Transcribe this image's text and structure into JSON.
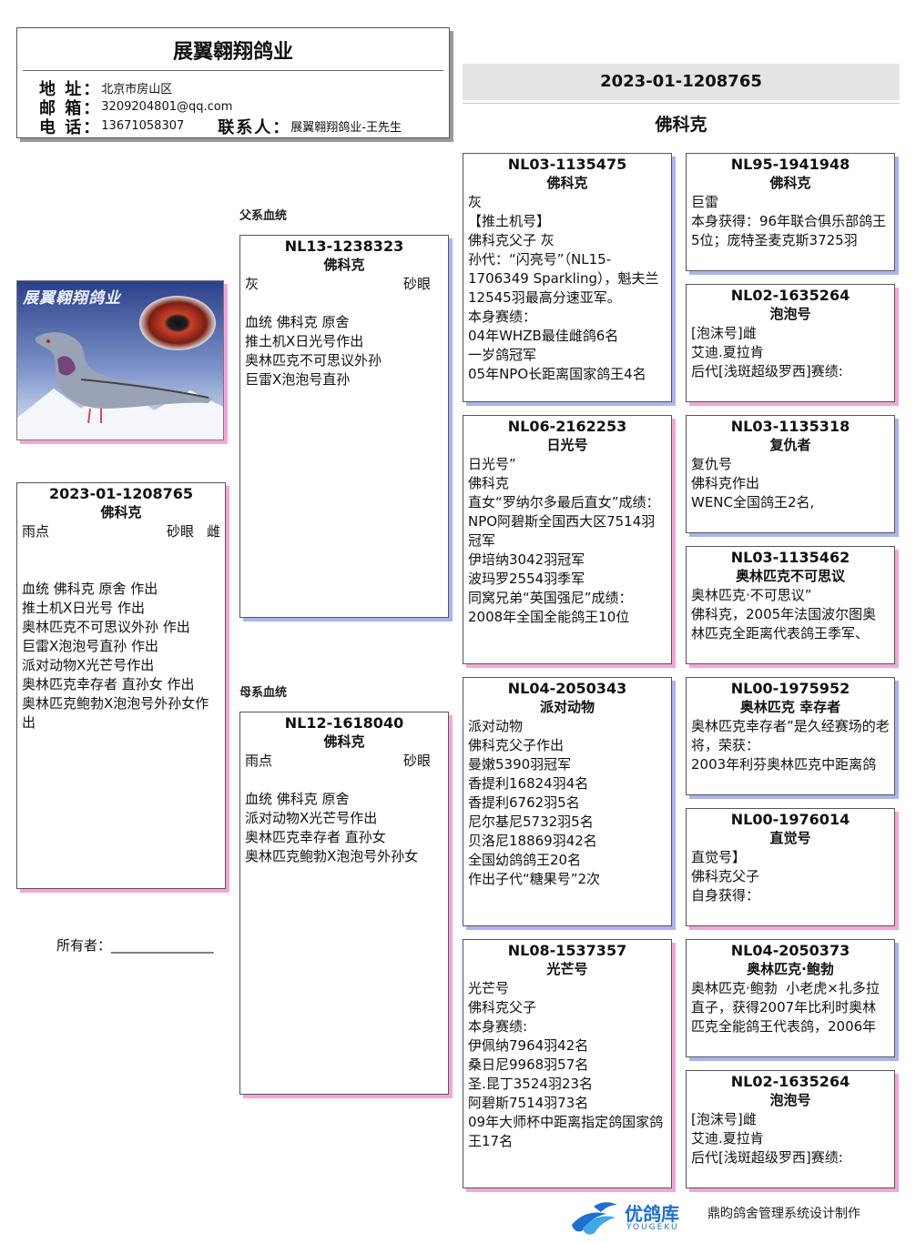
{
  "header": {
    "title": "展翼翱翔鸽业",
    "address_label": "地 址：",
    "address": "北京市房山区",
    "email_label": "邮 箱：",
    "email": "3209204801@qq.com",
    "phone_label": "电 话：",
    "phone": "13671058307",
    "contact_label": "联系人：",
    "contact": "展翼翱翔鸽业-王先生"
  },
  "top": {
    "ring": "2023-01-1208765",
    "breed": "佛科克"
  },
  "photo": {
    "caption": "展翼翱翔鸽业"
  },
  "subject": {
    "ring": "2023-01-1208765",
    "breed": "佛科克",
    "color": "雨点",
    "eye": "砂眼",
    "sex": "雌",
    "lines": [
      "血统 佛科克 原舍 作出",
      "推土机X日光号 作出",
      "奥林匹克不可思议外孙 作出",
      "巨雷X泡泡号直孙 作出",
      "派对动物X光芒号作出",
      "奥林匹克幸存者 直孙女 作出",
      "奥林匹克鲍勃X泡泡号外孙女作出"
    ]
  },
  "owner": {
    "label": "所有者：",
    "blank": "_______________"
  },
  "sire_section": "父系血统",
  "dam_section": "母系血统",
  "sire": {
    "ring": "NL13-1238323",
    "breed": "佛科克",
    "color": "灰",
    "eye": "砂眼",
    "lines": [
      "血统 佛科克 原舍",
      "推土机X日光号作出",
      "奥林匹克不可思议外孙",
      "巨雷X泡泡号直孙"
    ]
  },
  "dam": {
    "ring": "NL12-1618040",
    "breed": "佛科克",
    "color": "雨点",
    "eye": "砂眼",
    "lines": [
      "血统 佛科克 原舍",
      "派对动物X光芒号作出",
      "奥林匹克幸存者 直孙女",
      "奥林匹克鲍勃X泡泡号外孙女"
    ]
  },
  "gen2": [
    {
      "ring": "NL03-1135475",
      "name": "佛科克",
      "lines": [
        "灰",
        "",
        "【推土机号】",
        "佛科克父子 灰",
        "孙代：“闪亮号”（NL15-1706349 Sparkling），魁夫兰12545羽最高分速亚军。",
        "本身赛绩：",
        "04年WHZB最佳雌鸽6名",
        "一岁鸽冠军",
        "05年NPO长距离国家鸽王4名"
      ]
    },
    {
      "ring": "NL06-2162253",
      "name": "日光号",
      "lines": [
        "",
        "",
        "日光号”",
        "佛科克",
        "直女“罗纳尔多最后直女”成绩：NPO阿碧斯全国西大区7514羽冠军",
        "伊培纳3042羽冠军",
        "波玛罗2554羽季军",
        "同窝兄弟“英国强尼”成绩：",
        "2008年全国全能鸽王10位"
      ]
    },
    {
      "ring": "NL04-2050343",
      "name": "派对动物",
      "lines": [
        "",
        "",
        "派对动物",
        "佛科克父子作出",
        "曼嫩5390羽冠军",
        "香提利16824羽4名",
        "香提利6762羽5名",
        "尼尔基尼5732羽5名",
        "贝洛尼18869羽42名",
        "全国幼鸽鸽王20名",
        "作出子代“糖果号”2次"
      ]
    },
    {
      "ring": "NL08-1537357",
      "name": "光芒号",
      "lines": [
        "",
        "",
        "光芒号",
        "佛科克父子",
        "本身赛绩:",
        "伊佩纳7964羽42名",
        "桑日尼9968羽57名",
        "圣.昆丁3524羽23名",
        "阿碧斯7514羽73名",
        "09年大师杯中距离指定鸽国家鸽王17名"
      ]
    }
  ],
  "gen3": [
    {
      "ring": "NL95-1941948",
      "name": "佛科克",
      "lines": [
        "",
        "巨雷",
        "本身获得：96年联合俱乐部鸽王5位；庞特圣麦克斯3725羽"
      ]
    },
    {
      "ring": "NL02-1635264",
      "name": "泡泡号",
      "lines": [
        "",
        "[泡沫号]雌",
        "艾迪.夏拉肯",
        "后代[浅斑超级罗西]赛绩:"
      ]
    },
    {
      "ring": "NL03-1135318",
      "name": "复仇者",
      "lines": [
        "",
        "复仇号",
        "佛科克作出",
        "WENC全国鸽王2名,"
      ]
    },
    {
      "ring": "NL03-1135462",
      "name": "奥林匹克不可思议",
      "lines": [
        "",
        "奥林匹克·不可思议”",
        "佛科克，2005年法国波尔图奥林匹克全距离代表鸽王季军、"
      ]
    },
    {
      "ring": "NL00-1975952",
      "name": "奥林匹克 幸存者",
      "lines": [
        "",
        "奥林匹克幸存者”是久经赛场的老将，荣获：",
        "2003年利芬奥林匹克中距离鸽"
      ]
    },
    {
      "ring": "NL00-1976014",
      "name": "直觉号",
      "lines": [
        "",
        "直觉号】",
        "佛科克父子",
        "自身获得："
      ]
    },
    {
      "ring": "NL04-2050373",
      "name": "奥林匹克·鲍勃",
      "lines": [
        "",
        "奥林匹克·鲍勃  小老虎×扎多拉直子，获得2007年比利时奥林匹克全能鸽王代表鸽，2006年"
      ]
    },
    {
      "ring": "NL02-1635264",
      "name": "泡泡号",
      "lines": [
        "",
        "[泡沫号]雌",
        "艾迪.夏拉肯",
        "后代[浅斑超级罗西]赛绩:"
      ]
    }
  ],
  "footer": {
    "brand": "优鸽库",
    "brand_sub": "YOUGEKU",
    "credit": "鼎昀鸽舍管理系统设计制作"
  },
  "colors": {
    "blue_shadow": "#aab4f0",
    "pink_shadow": "#f0a8d8",
    "title_bar": "#e4e4e4",
    "logo_blue": "#1e6fd0"
  }
}
